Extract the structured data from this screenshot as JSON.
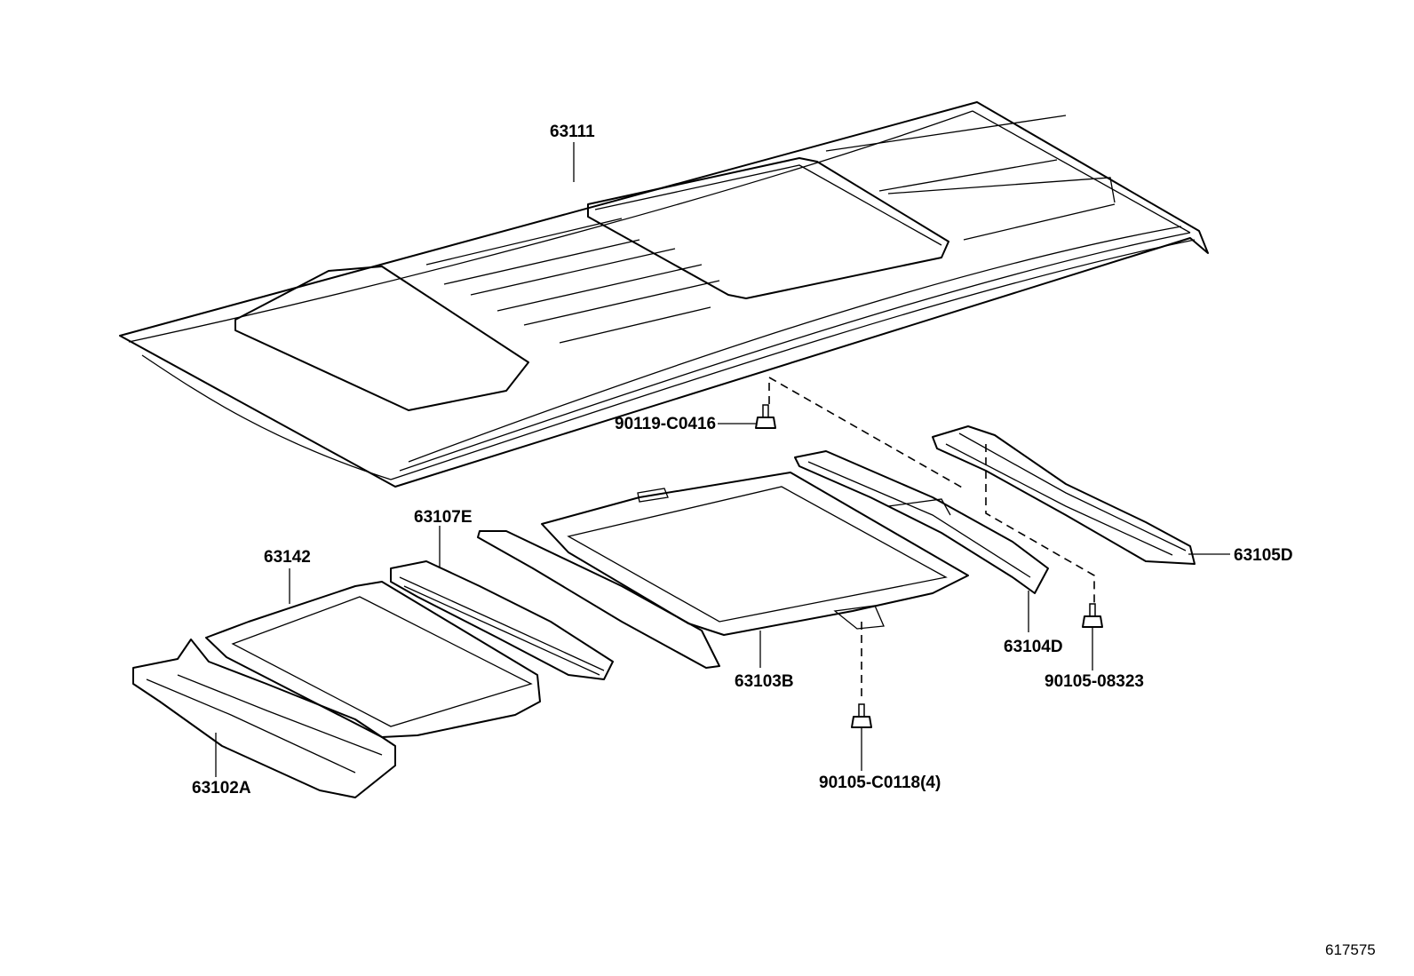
{
  "parts": {
    "p63111": "63111",
    "p90119": "90119-C0416",
    "p63107E": "63107E",
    "p63142": "63142",
    "p63105D": "63105D",
    "p63104D": "63104D",
    "p63103B": "63103B",
    "p90105_08323": "90105-08323",
    "p90105_C0118": "90105-C0118(4)",
    "p63102A": "63102A"
  },
  "diagram_id": "617575"
}
